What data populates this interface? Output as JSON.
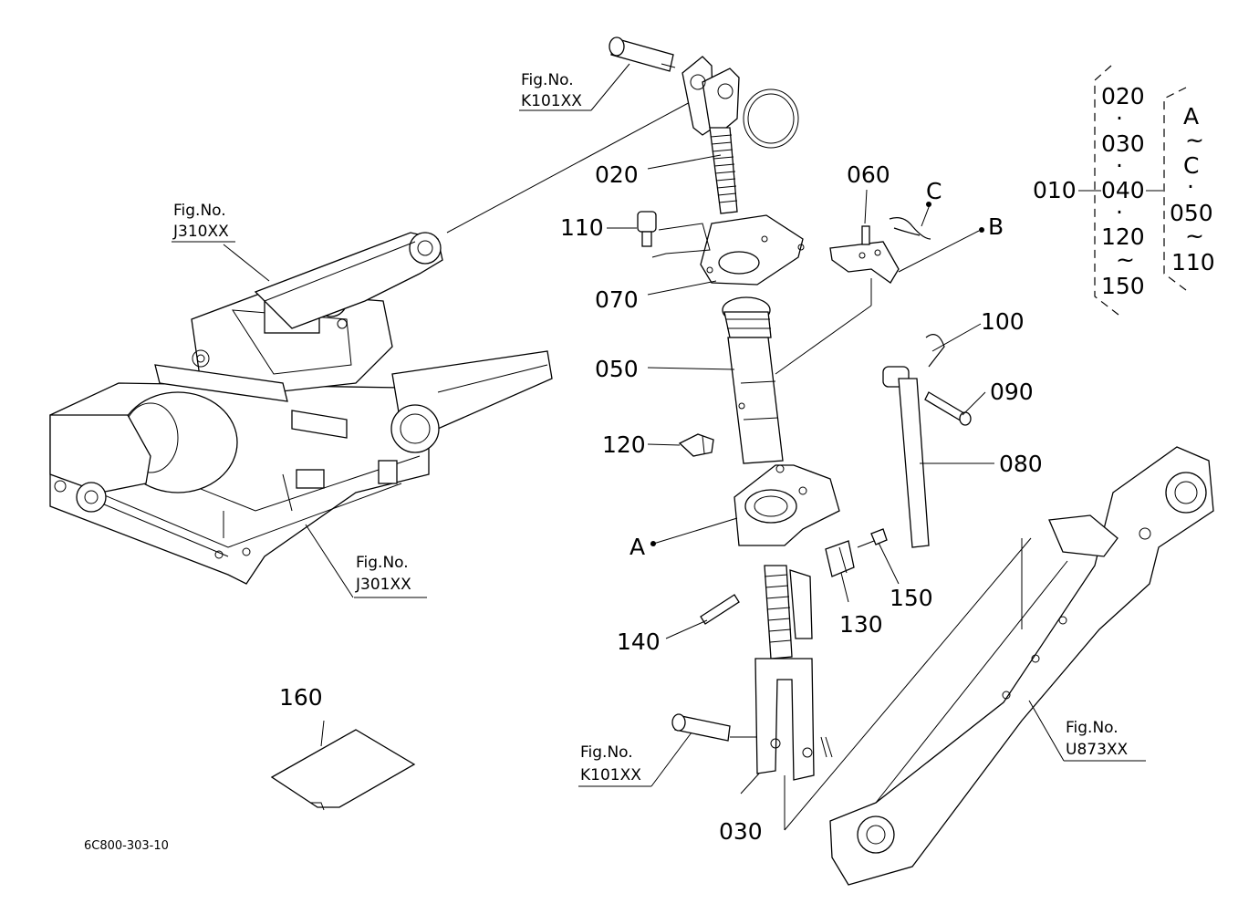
{
  "doc_code": "6C800-303-10",
  "fig_label": "Fig.No.",
  "figs": {
    "k101_top": "K101XX",
    "j310": "J310XX",
    "j301": "J301XX",
    "k101_bottom": "K101XX",
    "u873": "U873XX"
  },
  "parts": {
    "p010": "010",
    "p020": "020",
    "p030": "030",
    "p050": "050",
    "p060": "060",
    "p070": "070",
    "p080": "080",
    "p090": "090",
    "p100": "100",
    "p110": "110",
    "p120": "120",
    "p130": "130",
    "p140": "140",
    "p150": "150",
    "p160": "160"
  },
  "points": {
    "a": "A",
    "b": "B",
    "c": "C"
  },
  "kit": {
    "left_col": [
      "020",
      "·",
      "030",
      "·",
      "040",
      "·",
      "120",
      "~",
      "150"
    ],
    "right_col": [
      "A",
      "~",
      "C",
      "·",
      "050",
      "~",
      "110"
    ]
  }
}
